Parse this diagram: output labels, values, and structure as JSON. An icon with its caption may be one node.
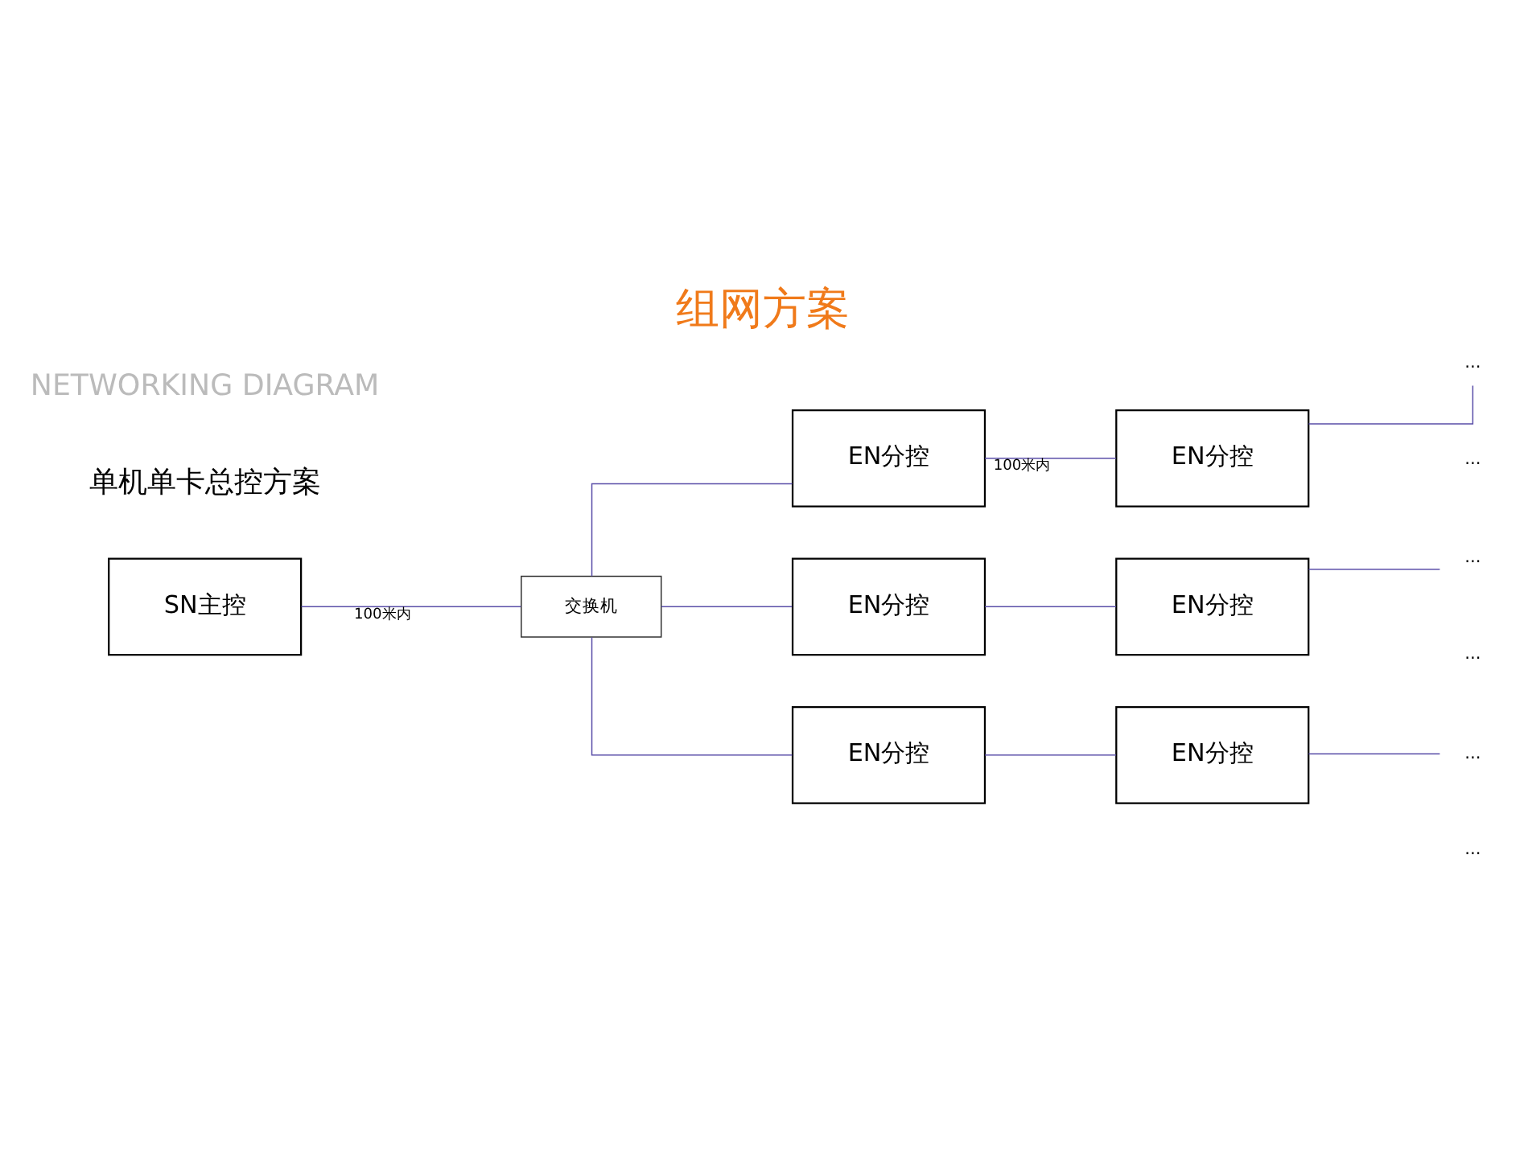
{
  "diagram": {
    "title": "组网方案",
    "nodes": [
      {
        "text": [
          "SN主控"
        ]
      },
      {
        "text": [
          "交换机"
        ]
      },
      {
        "text": [
          "EN分控"
        ]
      },
      {
        "text": [
          "EN分控"
        ]
      },
      {
        "text": [
          "..."
        ]
      },
      {
        "text": [
          "EN分控"
        ]
      },
      {
        "text": [
          "EN分控"
        ]
      },
      {
        "text": [
          "..."
        ]
      },
      {
        "text": [
          "EN分控"
        ]
      },
      {
        "text": [
          "EN分控"
        ]
      },
      {
        "text": [
          "..."
        ]
      }
    ],
    "edges": [
      {
        "from": 0,
        "to": 1,
        "arrow": "none",
        "label": "100米内"
      },
      {
        "from": 1,
        "to": 2,
        "arrow": "none"
      },
      {
        "from": 2,
        "to": 3,
        "arrow": "none",
        "label": "100米内"
      },
      {
        "from": 3,
        "to": 4,
        "arrow": "none"
      },
      {
        "from": 1,
        "to": 5,
        "arrow": "none"
      },
      {
        "from": 5,
        "to": 6,
        "arrow": "none"
      },
      {
        "from": 6,
        "to": 7,
        "arrow": "none"
      },
      {
        "from": 1,
        "to": 8,
        "arrow": "none"
      },
      {
        "from": 8,
        "to": 9,
        "arrow": "none"
      },
      {
        "from": 9,
        "to": 10,
        "arrow": "none"
      }
    ],
    "labels": [
      "NETWORKING DIAGRAM",
      "单机单卡总控方案",
      "...",
      "...",
      "..."
    ]
  }
}
